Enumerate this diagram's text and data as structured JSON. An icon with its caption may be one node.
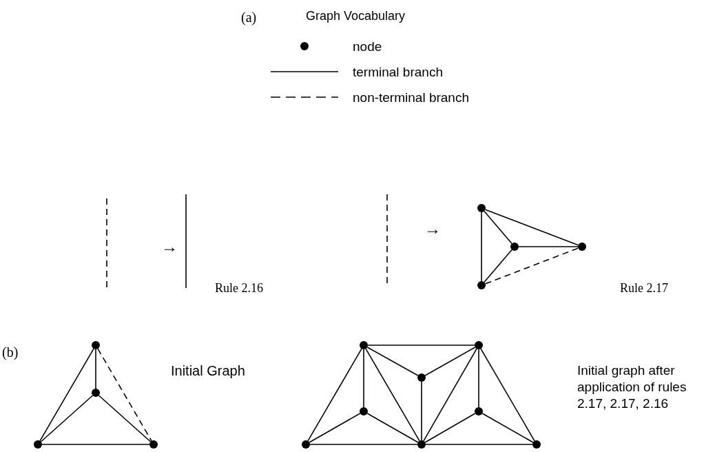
{
  "diagram": {
    "nodes": [
      {
        "text": [],
        "shape": "circle"
      },
      {
        "text": [],
        "shape": "circle"
      },
      {
        "text": [],
        "shape": "circle"
      },
      {
        "text": [],
        "shape": "circle"
      },
      {
        "text": [],
        "shape": "circle"
      },
      {
        "text": [],
        "shape": "circle"
      },
      {
        "text": [],
        "shape": "circle"
      },
      {
        "text": [],
        "shape": "circle"
      },
      {
        "text": [],
        "shape": "circle"
      },
      {
        "text": [],
        "shape": "circle"
      },
      {
        "text": [],
        "shape": "circle"
      },
      {
        "text": [],
        "shape": "circle"
      },
      {
        "text": [],
        "shape": "circle"
      },
      {
        "text": [],
        "shape": "circle"
      },
      {
        "text": [],
        "shape": "circle"
      },
      {
        "text": [],
        "shape": "circle"
      }
    ],
    "edges": [
      {
        "from": 0,
        "to": 3,
        "arrow": "none"
      },
      {
        "from": 0,
        "to": 1,
        "arrow": "none"
      },
      {
        "from": 0,
        "to": 2,
        "arrow": "none"
      },
      {
        "from": 1,
        "to": 2,
        "arrow": "none"
      },
      {
        "from": 1,
        "to": 3,
        "arrow": "none"
      },
      {
        "from": 3,
        "to": 2,
        "arrow": "none",
        "style": "dashed"
      },
      {
        "from": 4,
        "to": 6,
        "arrow": "none"
      },
      {
        "from": 4,
        "to": 5,
        "arrow": "none"
      },
      {
        "from": 4,
        "to": 7,
        "arrow": "none",
        "style": "dashed"
      },
      {
        "from": 5,
        "to": 6,
        "arrow": "none"
      },
      {
        "from": 5,
        "to": 7,
        "arrow": "none"
      },
      {
        "from": 6,
        "to": 7,
        "arrow": "none"
      },
      {
        "from": 8,
        "to": 9,
        "arrow": "none"
      },
      {
        "from": 8,
        "to": 13,
        "arrow": "none"
      },
      {
        "from": 8,
        "to": 11,
        "arrow": "none"
      },
      {
        "from": 8,
        "to": 14,
        "arrow": "none"
      },
      {
        "from": 8,
        "to": 10,
        "arrow": "none"
      },
      {
        "from": 9,
        "to": 10,
        "arrow": "none"
      },
      {
        "from": 9,
        "to": 14,
        "arrow": "none"
      },
      {
        "from": 9,
        "to": 12,
        "arrow": "none"
      },
      {
        "from": 9,
        "to": 15,
        "arrow": "none"
      },
      {
        "from": 10,
        "to": 14,
        "arrow": "none"
      },
      {
        "from": 11,
        "to": 13,
        "arrow": "none"
      },
      {
        "from": 11,
        "to": 14,
        "arrow": "none"
      },
      {
        "from": 12,
        "to": 14,
        "arrow": "none"
      },
      {
        "from": 12,
        "to": 15,
        "arrow": "none"
      },
      {
        "from": 13,
        "to": 14,
        "arrow": "none"
      },
      {
        "from": 14,
        "to": 15,
        "arrow": "none"
      }
    ],
    "labels": [
      "(a)",
      "Graph Vocabulary",
      "→",
      "Rule 2.16",
      "→",
      "Rule 2.17",
      "(b)",
      "Initial Graph",
      "Initial graph after application of rules 2.17, 2.17, 2.16"
    ],
    "legend": [
      {
        "text": "node"
      },
      {
        "text": "terminal branch"
      },
      {
        "text": "non-terminal branch"
      }
    ]
  }
}
